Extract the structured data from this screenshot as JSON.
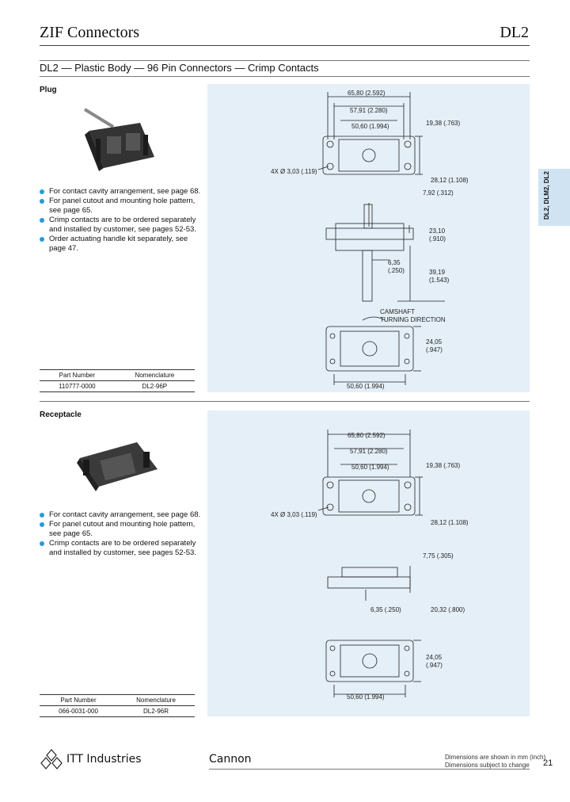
{
  "header": {
    "title": "ZIF Connectors",
    "code": "DL2"
  },
  "subtitle": "DL2 — Plastic Body — 96 Pin Connectors — Crimp Contacts",
  "side_tab": "DL2, DLM2, DL2",
  "plug": {
    "label": "Plug",
    "bullets": [
      "For contact cavity arrangement, see page 68.",
      "For panel cutout and mounting hole pattern, see page 65.",
      "Crimp contacts are to be ordered separately and installed by customer, see pages 52-53.",
      "Order actuating handle kit separately, see page 47."
    ],
    "table": {
      "headers": [
        "Part Number",
        "Nomenclature"
      ],
      "rows": [
        [
          "110777-0000",
          "DL2-96P"
        ]
      ]
    },
    "dims": {
      "d1": "65,80 (2.592)",
      "d2": "57,91 (2.280)",
      "d3": "50,60 (1.994)",
      "d4": "19,38 (.763)",
      "d5": "28,12 (1.108)",
      "d6": "4X Ø 3,03 (.119)",
      "d7": "7,92 (.312)",
      "d8": "23,10",
      "d8b": "(.910)",
      "d9": "6,35",
      "d9b": "(.250)",
      "d10": "39,19",
      "d10b": "(1.543)",
      "cam1": "CAMSHAFT",
      "cam2": "TURNING DIRECTION",
      "d11": "24,05",
      "d11b": "(.947)",
      "d12": "50,60 (1.994)"
    }
  },
  "receptacle": {
    "label": "Receptacle",
    "bullets": [
      "For contact cavity arrangement, see page 68.",
      "For panel cutout and mounting hole pattern, see page 65.",
      "Crimp contacts are to be ordered separately and installed by customer, see pages 52-53."
    ],
    "table": {
      "headers": [
        "Part Number",
        "Nomenclature"
      ],
      "rows": [
        [
          "066-0031-000",
          "DL2-96R"
        ]
      ]
    },
    "dims": {
      "d1": "65,80 (2.592)",
      "d2": "57,91 (2.280)",
      "d3": "50,60 (1.994)",
      "d4": "19,38 (.763)",
      "d5": "28,12 (1.108)",
      "d6": "4X Ø 3,03 (.119)",
      "d7": "7,75 (.305)",
      "d8": "6,35 (.250)",
      "d9": "20,32 (.800)",
      "d11": "24,05",
      "d11b": "(.947)",
      "d12": "50,60 (1.994)"
    }
  },
  "footer": {
    "brand": "ITT Industries",
    "product": "Cannon",
    "note1": "Dimensions are shown in mm (inch)",
    "note2": "Dimensions subject to change",
    "page": "21"
  }
}
